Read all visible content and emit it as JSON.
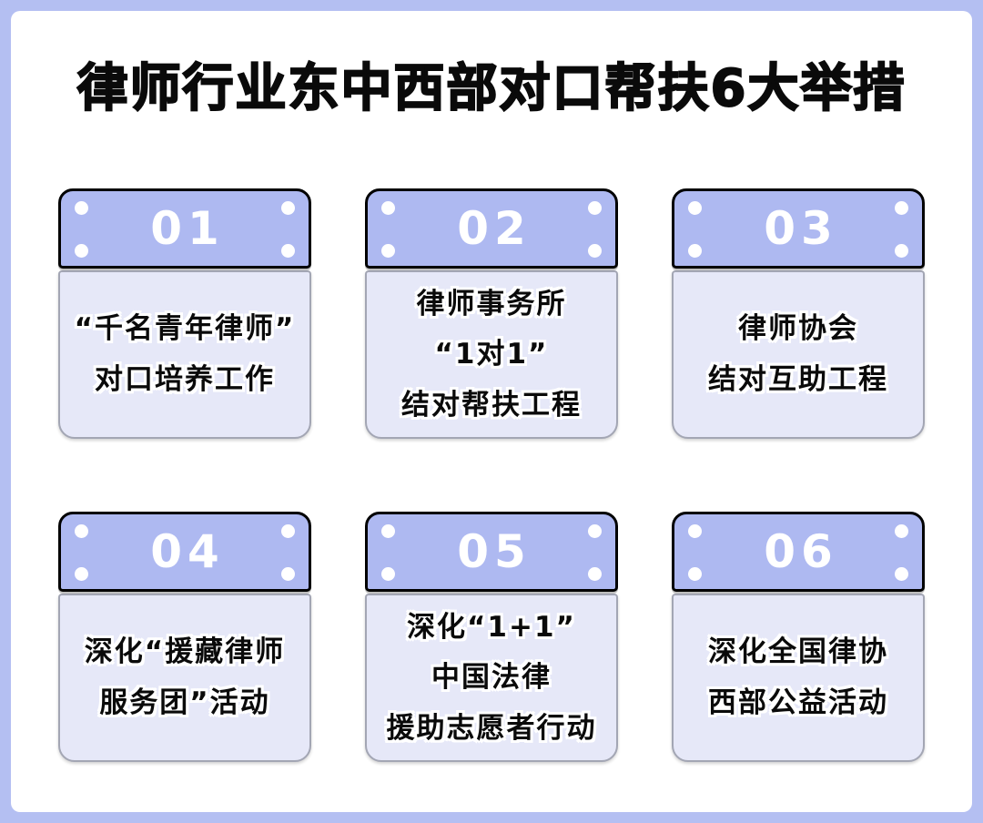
{
  "page": {
    "title": "律师行业东中西部对口帮扶6大举措"
  },
  "colors": {
    "page_border": "#b4bff2",
    "header_fill": "#aeb9f1",
    "body_fill": "#e6e8f8",
    "body_border": "#a3a6b4",
    "ink": "#0a0a0a",
    "number_color": "#ffffff"
  },
  "cards": [
    {
      "number": "01",
      "lines": [
        "“千名青年律师”",
        "对口培养工作"
      ]
    },
    {
      "number": "02",
      "lines": [
        "律师事务所",
        "“1对1”",
        "结对帮扶工程"
      ]
    },
    {
      "number": "03",
      "lines": [
        "律师协会",
        "结对互助工程"
      ]
    },
    {
      "number": "04",
      "lines": [
        "深化“援藏律师",
        "服务团”活动"
      ]
    },
    {
      "number": "05",
      "lines": [
        "深化“1+1”",
        "中国法律",
        "援助志愿者行动"
      ]
    },
    {
      "number": "06",
      "lines": [
        "深化全国律协",
        "西部公益活动"
      ]
    }
  ]
}
